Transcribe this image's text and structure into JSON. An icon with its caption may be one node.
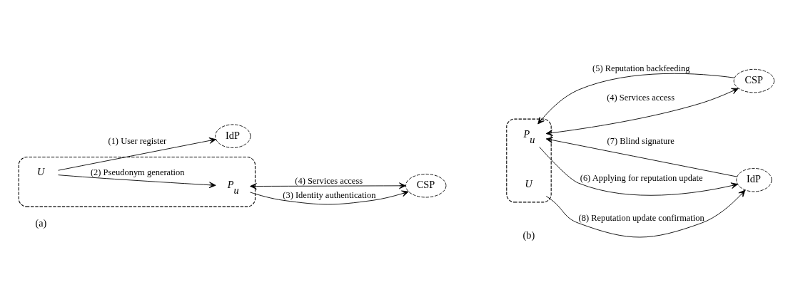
{
  "diagram": {
    "nodes": [
      {
        "text": [],
        "shape": "ellipse"
      },
      {
        "text": [
          "U"
        ],
        "in": 0
      },
      {
        "text": [
          "P$_{u}$"
        ],
        "in": 0
      },
      {
        "text": [
          "IdP"
        ]
      },
      {
        "text": [
          "CSP"
        ]
      },
      {
        "text": [],
        "shape": "ellipse"
      },
      {
        "text": [
          "U"
        ],
        "in": 5
      },
      {
        "text": [
          "P$_{u}$"
        ],
        "in": 5
      },
      {
        "text": [
          "IdP"
        ]
      },
      {
        "text": [
          "CSP"
        ]
      }
    ],
    "edges": [
      {
        "from": 1,
        "to": 3,
        "arrow": "to",
        "label": "(1) User register"
      },
      {
        "from": 1,
        "to": 2,
        "arrow": "to",
        "label": "(2) Pseudonym generation"
      },
      {
        "from": 2,
        "to": 4,
        "arrow": "to",
        "label": "(3) Identity authentication"
      },
      {
        "from": 2,
        "to": 4,
        "arrow": "both",
        "label": "(4) Services access"
      },
      {
        "from": 6,
        "to": 8,
        "arrow": "to",
        "label": "(8) Reputation update confirmation"
      },
      {
        "from": 8,
        "to": 7,
        "arrow": "to",
        "label": "(7) Blind signature"
      },
      {
        "from": 7,
        "to": 8,
        "arrow": "to",
        "label": "(6) Applying for reputation update"
      },
      {
        "from": 9,
        "to": 7,
        "arrow": "to",
        "label": "(5) Reputation backfeeding"
      },
      {
        "from": 7,
        "to": 9,
        "arrow": "both",
        "label": "(4) Services access"
      }
    ],
    "labels": [
      "(a)",
      "(b)"
    ]
  }
}
